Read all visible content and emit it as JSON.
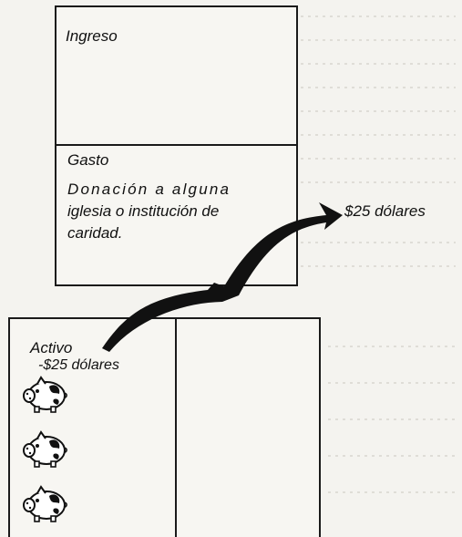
{
  "ingreso": {
    "title": "Ingreso"
  },
  "gasto": {
    "title": "Gasto",
    "description_lines": [
      "Donación a alguna",
      "iglesia o institución de",
      "caridad."
    ],
    "amount": "$25 dólares"
  },
  "activo": {
    "title": "Activo",
    "amount": "-$25 dólares",
    "icons": [
      "piggy-bank-icon",
      "piggy-bank-icon",
      "piggy-bank-icon"
    ]
  }
}
